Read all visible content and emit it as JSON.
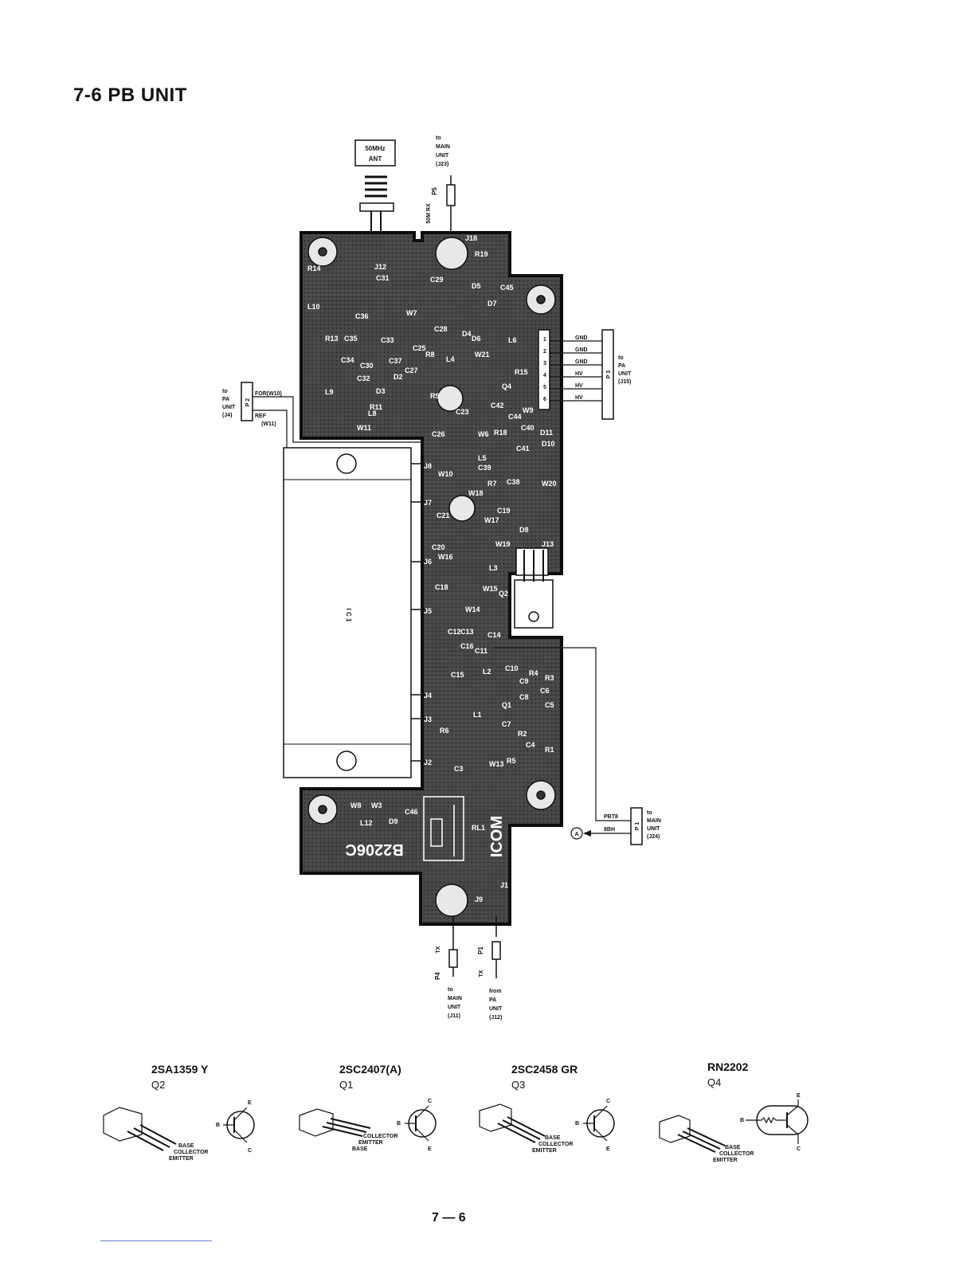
{
  "section_title": "7-6  PB UNIT",
  "page_number": "7 — 6",
  "board_marking": "B2206C",
  "brand": "ICOM",
  "ic_label": "I C 1",
  "antenna": {
    "freq": "50MHz",
    "label": "ANT"
  },
  "connectors": {
    "p5": {
      "plug": "P5",
      "signal": "50M RX",
      "dest": [
        "to",
        "MAIN",
        "UNIT",
        "(J23)"
      ]
    },
    "p2": {
      "plug": "P 2",
      "dest": [
        "to",
        "PA",
        "UNIT",
        "(J4)"
      ],
      "pins": [
        "FOR(W10)",
        "REF",
        "(W11)"
      ]
    },
    "p3": {
      "plug": "P 3",
      "dest": [
        "to",
        "PA",
        "UNIT",
        "(J15)"
      ],
      "pins": [
        "GND",
        "GND",
        "GND",
        "HV",
        "HV",
        "HV"
      ],
      "pin_numbers": [
        "1",
        "2",
        "3",
        "4",
        "5",
        "6"
      ]
    },
    "p1": {
      "plug": "P 1",
      "dest": [
        "to",
        "MAIN",
        "UNIT",
        "(J24)"
      ],
      "pins": [
        "PBT8",
        "8BH"
      ],
      "marker": "A"
    },
    "p4": {
      "plug": "P4",
      "signal": "TX",
      "dest": [
        "to",
        "MAIN",
        "UNIT",
        "(J11)"
      ]
    },
    "p1tx": {
      "plug": "P1",
      "signal": "TX",
      "dest": [
        "from",
        "PA",
        "UNIT",
        "(J12)"
      ]
    }
  },
  "component_labels": [
    "J12",
    "J18",
    "R14",
    "L10",
    "C36",
    "C31",
    "C35",
    "R13",
    "L9",
    "C34",
    "C32",
    "C30",
    "C33",
    "D3",
    "D2",
    "C37",
    "C27",
    "C25",
    "L4",
    "R8",
    "R9",
    "R11",
    "L8",
    "W11",
    "C26",
    "W7",
    "C29",
    "C28",
    "D4",
    "D5",
    "D6",
    "D7",
    "C45",
    "L6",
    "W21",
    "R19",
    "R15",
    "Q4",
    "C42",
    "C44",
    "C23",
    "W6",
    "C40",
    "R18",
    "D11",
    "D10",
    "C41",
    "W9",
    "J8",
    "W10",
    "C39",
    "C38",
    "R7",
    "L5",
    "W20",
    "J7",
    "W18",
    "C21",
    "C19",
    "D8",
    "C20",
    "W17",
    "W16",
    "W19",
    "J13",
    "L3",
    "J6",
    "C18",
    "W15",
    "Q2",
    "W14",
    "J5",
    "C12",
    "C13",
    "C14",
    "C16",
    "C11",
    "C15",
    "L2",
    "C10",
    "R4",
    "C9",
    "R3",
    "C6",
    "C8",
    "J4",
    "Q1",
    "C5",
    "C7",
    "R2",
    "C4",
    "R1",
    "J3",
    "R6",
    "L1",
    "J2",
    "C3",
    "W13",
    "R5",
    "W8",
    "W3",
    "L12",
    "D9",
    "C46",
    "RL1",
    "J1",
    "J9"
  ],
  "transistors": [
    {
      "part": "2SA1359  Y",
      "designator": "Q2",
      "pins": [
        "BASE",
        "COLLECTOR",
        "EMITTER"
      ],
      "symbol_pins": [
        "E",
        "B",
        "C"
      ]
    },
    {
      "part": "2SC2407(A)",
      "designator": "Q1",
      "pins": [
        "COLLECTOR",
        "EMITTER",
        "BASE"
      ],
      "symbol_pins": [
        "C",
        "B",
        "E"
      ]
    },
    {
      "part": "2SC2458  GR",
      "designator": "Q3",
      "pins": [
        "BASE",
        "COLLECTOR",
        "EMITTER"
      ],
      "symbol_pins": [
        "C",
        "B",
        "E"
      ]
    },
    {
      "part": "RN2202",
      "designator": "Q4",
      "pins": [
        "BASE",
        "COLLECTOR",
        "EMITTER"
      ],
      "symbol_pins": [
        "E",
        "B",
        "C"
      ]
    }
  ]
}
